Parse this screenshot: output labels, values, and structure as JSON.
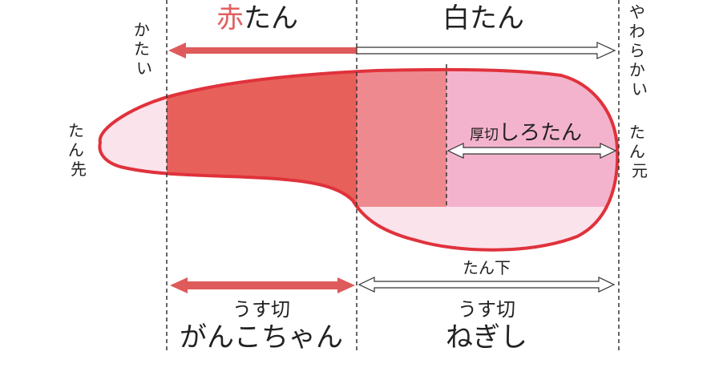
{
  "header": {
    "akatan_red_part": "赤",
    "akatan_rest": "たん",
    "shirotan": "白たん"
  },
  "side": {
    "katai": [
      "か",
      "た",
      "い"
    ],
    "yawarakai": [
      "や",
      "わ",
      "ら",
      "か",
      "い"
    ],
    "tansaki": [
      "た",
      "ん",
      "先"
    ],
    "tanmoto": [
      "た",
      "ん",
      "元"
    ]
  },
  "inner": {
    "atsugiri_prefix": "厚切",
    "shirotan_label": "しろたん"
  },
  "bottom": {
    "tanshita": "たん下",
    "usugiri_left": "うす切",
    "gankochan": "がんこちゃん",
    "usugiri_right": "うす切",
    "negishi": "ねぎし"
  },
  "colors": {
    "outline": "#e0323c",
    "dark_red": "#e8605a",
    "medium_pink": "#ee8a8f",
    "light_pink": "#f4b3cc",
    "pale_pink": "#fbe3ec",
    "arrow_red": "#df5a5a",
    "text": "#222222"
  }
}
